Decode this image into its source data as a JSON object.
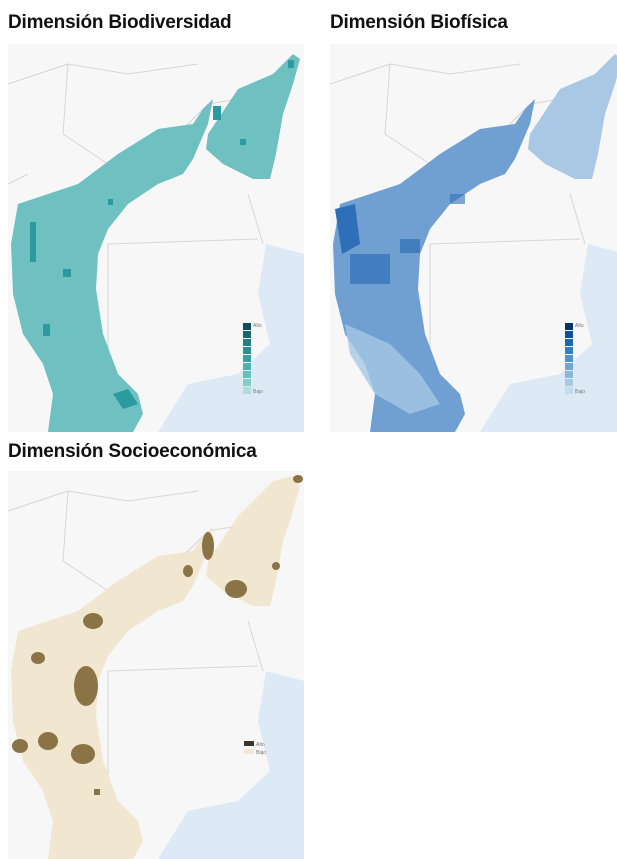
{
  "panels": [
    {
      "title": "Dimensión Biodiversidad",
      "legend": {
        "high": "Alto",
        "low": "Bajo",
        "colors": [
          "#0f4c5c",
          "#1a6670",
          "#237f86",
          "#2c8f95",
          "#39a1a5",
          "#4db1b2",
          "#66bfbe",
          "#86cdca",
          "#aedfdc"
        ]
      },
      "fill": "#6fc1c1",
      "accent": "#2a9b9f"
    },
    {
      "title": "Dimensión Biofísica",
      "legend": {
        "high": "Alto",
        "low": "Bajo",
        "colors": [
          "#08306b",
          "#0b4f96",
          "#1c68b0",
          "#3381bf",
          "#5294c9",
          "#6fa6d2",
          "#8ab8dc",
          "#a6c9e4",
          "#c3dbee"
        ]
      },
      "fill": "#6fa0d1",
      "accent": "#2f6fb8"
    },
    {
      "title": "Dimensión Socioeconómica",
      "legend": {
        "high": "Alto",
        "low": "Bajo",
        "colors": [
          "#3b3528",
          "#f3e9d3"
        ]
      },
      "fill": "#f1e6cf",
      "accent": "#8a7446"
    }
  ]
}
